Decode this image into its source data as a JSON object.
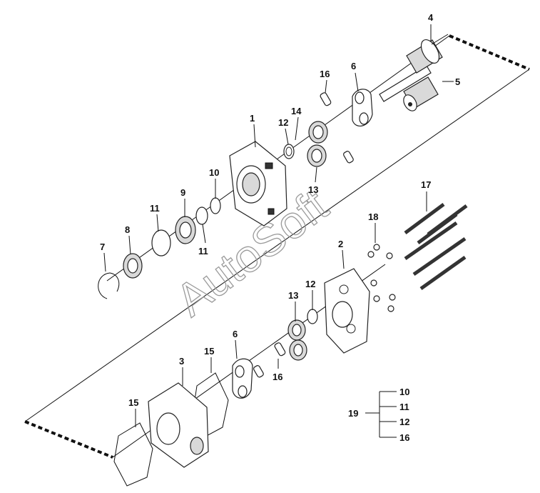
{
  "watermark": "AutoSoft",
  "callouts": [
    {
      "id": "c1",
      "text": "1"
    },
    {
      "id": "c2",
      "text": "2"
    },
    {
      "id": "c3",
      "text": "3"
    },
    {
      "id": "c4",
      "text": "4"
    },
    {
      "id": "c5",
      "text": "5"
    },
    {
      "id": "c6a",
      "text": "6"
    },
    {
      "id": "c6b",
      "text": "6"
    },
    {
      "id": "c7",
      "text": "7"
    },
    {
      "id": "c8",
      "text": "8"
    },
    {
      "id": "c9",
      "text": "9"
    },
    {
      "id": "c10",
      "text": "10"
    },
    {
      "id": "c11a",
      "text": "11"
    },
    {
      "id": "c11b",
      "text": "11"
    },
    {
      "id": "c12a",
      "text": "12"
    },
    {
      "id": "c12b",
      "text": "12"
    },
    {
      "id": "c13a",
      "text": "13"
    },
    {
      "id": "c13b",
      "text": "13"
    },
    {
      "id": "c14",
      "text": "14"
    },
    {
      "id": "c15a",
      "text": "15"
    },
    {
      "id": "c15b",
      "text": "15"
    },
    {
      "id": "c16a",
      "text": "16"
    },
    {
      "id": "c16b",
      "text": "16"
    },
    {
      "id": "c17",
      "text": "17"
    },
    {
      "id": "c18",
      "text": "18"
    }
  ],
  "kit": {
    "label": "19",
    "items": [
      "10",
      "11",
      "12",
      "16"
    ]
  }
}
